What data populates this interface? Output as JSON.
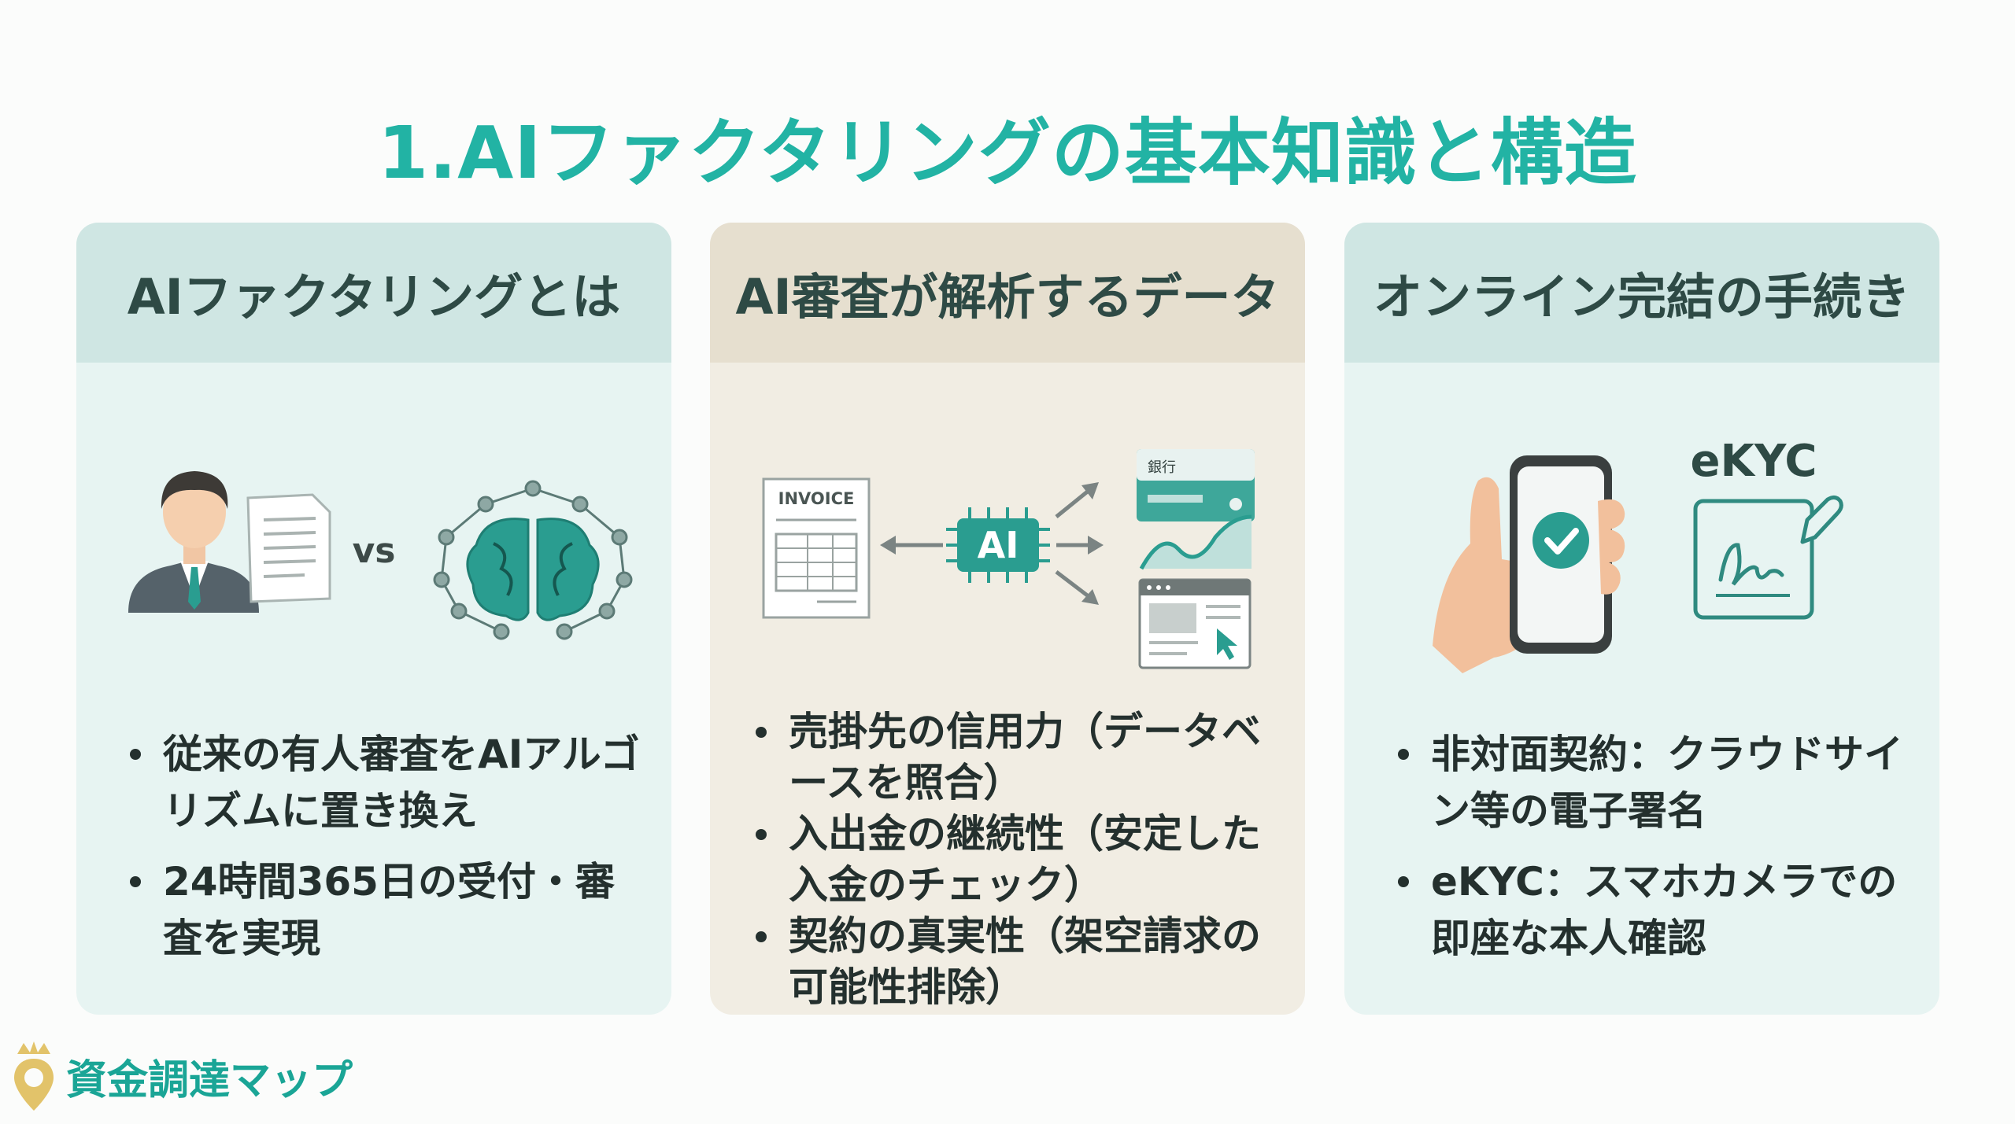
{
  "title": "1.AIファクタリングの基本知識と構造",
  "cards": [
    {
      "heading": "AIファクタリングとは",
      "illustration": {
        "vs_label": "vs",
        "icons": [
          "businessman-icon",
          "document-icon",
          "brain-network-icon"
        ]
      },
      "bullets": [
        "従来の有人審査をAIアルゴリズムに置き換え",
        "24時間365日の受付・審査を実現"
      ]
    },
    {
      "heading": "AI審査が解析するデータ",
      "illustration": {
        "invoice_label": "INVOICE",
        "chip_label": "AI",
        "bank_label": "銀行",
        "icons": [
          "invoice-icon",
          "ai-chip-icon",
          "bank-card-icon",
          "line-chart-icon",
          "browser-window-icon"
        ]
      },
      "bullets": [
        "売掛先の信用力（データベースを照合）",
        "入出金の継続性（安定した入金のチェック）",
        "契約の真実性（架空請求の可能性排除）"
      ]
    },
    {
      "heading": "オンライン完結の手続き",
      "illustration": {
        "ekyc_label": "eKYC",
        "icons": [
          "smartphone-check-icon",
          "e-signature-icon"
        ]
      },
      "bullets": [
        "非対面契約：クラウドサイン等の電子署名",
        "eKYC：スマホカメラでの即座な本人確認"
      ]
    }
  ],
  "logo": {
    "text": "資金調達マップ"
  },
  "colors": {
    "accent": "#22b3a4",
    "teal_dark": "#2f8a80",
    "card_teal": "#e7f4f2",
    "card_beige": "#f1ede3"
  }
}
